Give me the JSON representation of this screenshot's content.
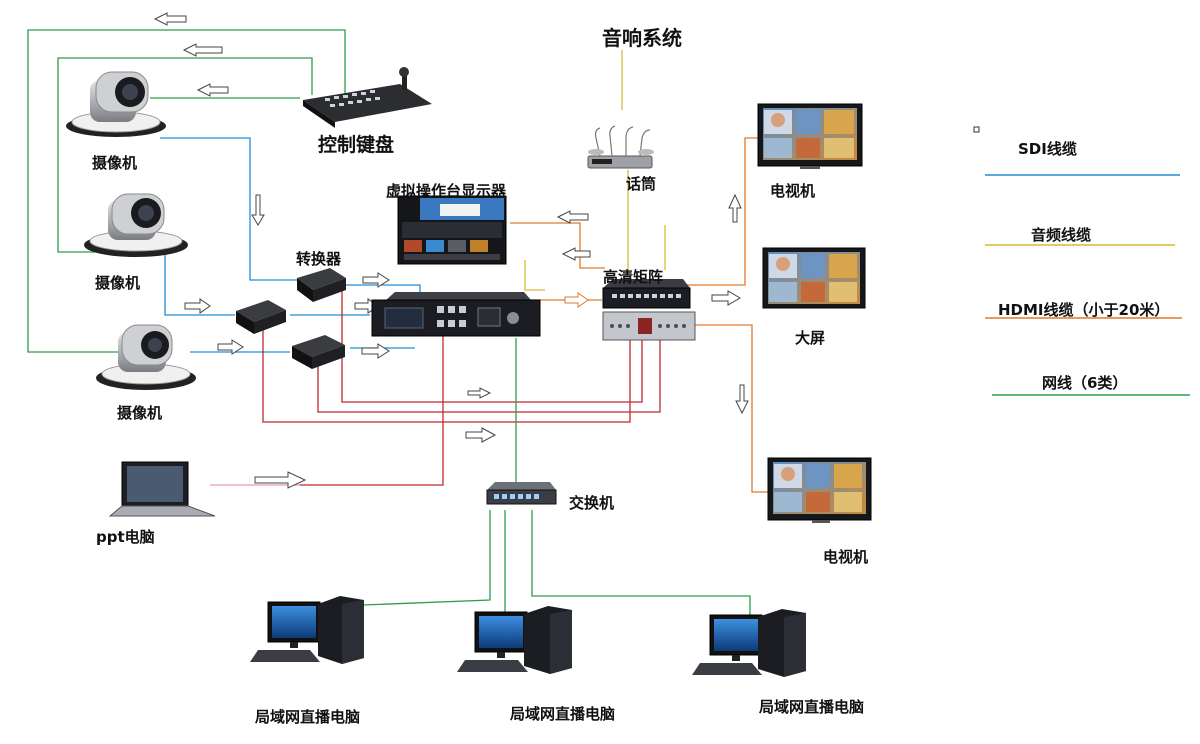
{
  "labels": {
    "audio_system": "音响系统",
    "mic": "话筒",
    "keyboard": "控制键盘",
    "camera_1": "摄像机",
    "camera_2": "摄像机",
    "camera_3": "摄像机",
    "converter": "转换器",
    "virtual_monitor": "虚拟操作台显示器",
    "hd_matrix": "高清矩阵",
    "tv_top": "电视机",
    "big_screen": "大屏",
    "tv_bottom": "电视机",
    "ppt_pc": "ppt电脑",
    "switch": "交换机",
    "lan_pc_1": "局域网直播电脑",
    "lan_pc_2": "局域网直播电脑",
    "lan_pc_3": "局域网直播电脑"
  },
  "legend": [
    {
      "label": "SDI线缆",
      "color": "#1f8fd6"
    },
    {
      "label": "音频线缆",
      "color": "#d9b93a"
    },
    {
      "label": "HDMI线缆（小于20米）",
      "color": "#e07a2c"
    },
    {
      "label": "网线（6类）",
      "color": "#2c9d4a"
    }
  ],
  "colors": {
    "sdi": "#1f8fd6",
    "audio": "#d9b93a",
    "hdmi": "#e07a2c",
    "network": "#2c9d4a",
    "red_line": "#c0282c",
    "green_line": "#2c9d4a",
    "device_dark": "#1b1d22",
    "screen_blue": "#3a6fa8"
  }
}
